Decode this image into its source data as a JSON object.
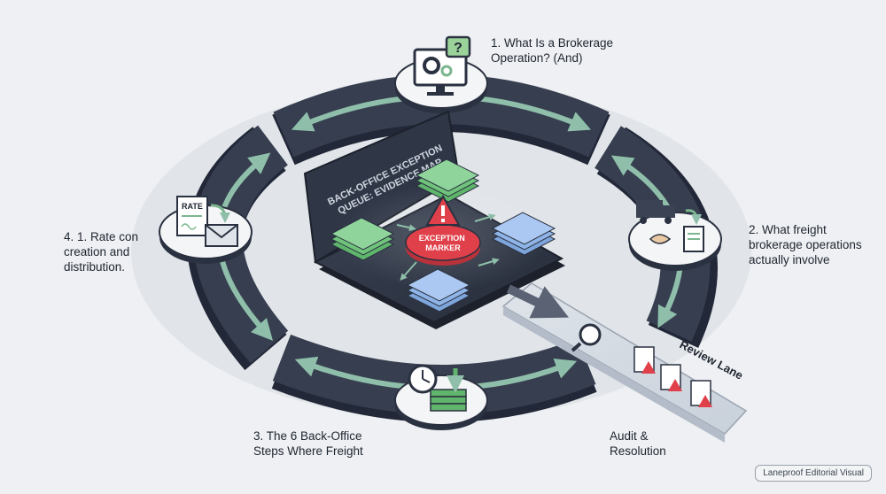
{
  "diagram": {
    "center_panel": {
      "title_line1": "BACK-OFFICE EXCEPTION",
      "title_line2": "QUEUE: EVIDENCE MAP",
      "marker_line1": "EXCEPTION",
      "marker_line2": "MARKER"
    },
    "stations": [
      {
        "id": "top",
        "lines": [
          "1. What Is a Brokerage",
          "Operation? (And)"
        ],
        "icon": "computer-settings-help-icon"
      },
      {
        "id": "right",
        "lines": [
          "2. What freight",
          "brokerage operations",
          "actually involve"
        ],
        "icon": "truck-handshake-document-icon"
      },
      {
        "id": "bottom",
        "lines": [
          "3. The 6 Back-Office",
          "Steps Where Freight"
        ],
        "icon": "clock-money-icon"
      },
      {
        "id": "left",
        "lines": [
          "4. 1. Rate con",
          "creation and",
          "distribution."
        ],
        "icon": "rate-document-email-icon"
      }
    ],
    "rate_doc_text": "RATE",
    "review_lane": {
      "label": "Review Lane",
      "outcome_line1": "Audit &",
      "outcome_line2": "Resolution"
    },
    "credit": "Laneproof Editorial Visual"
  },
  "colors": {
    "ring": "#363e4f",
    "ring_edge": "#222838",
    "arrow": "#8fbfaa",
    "panel": "#2c3342",
    "green_stack": "#7fd08a",
    "blue_stack": "#9cc0ef",
    "alert": "#e0404a"
  }
}
